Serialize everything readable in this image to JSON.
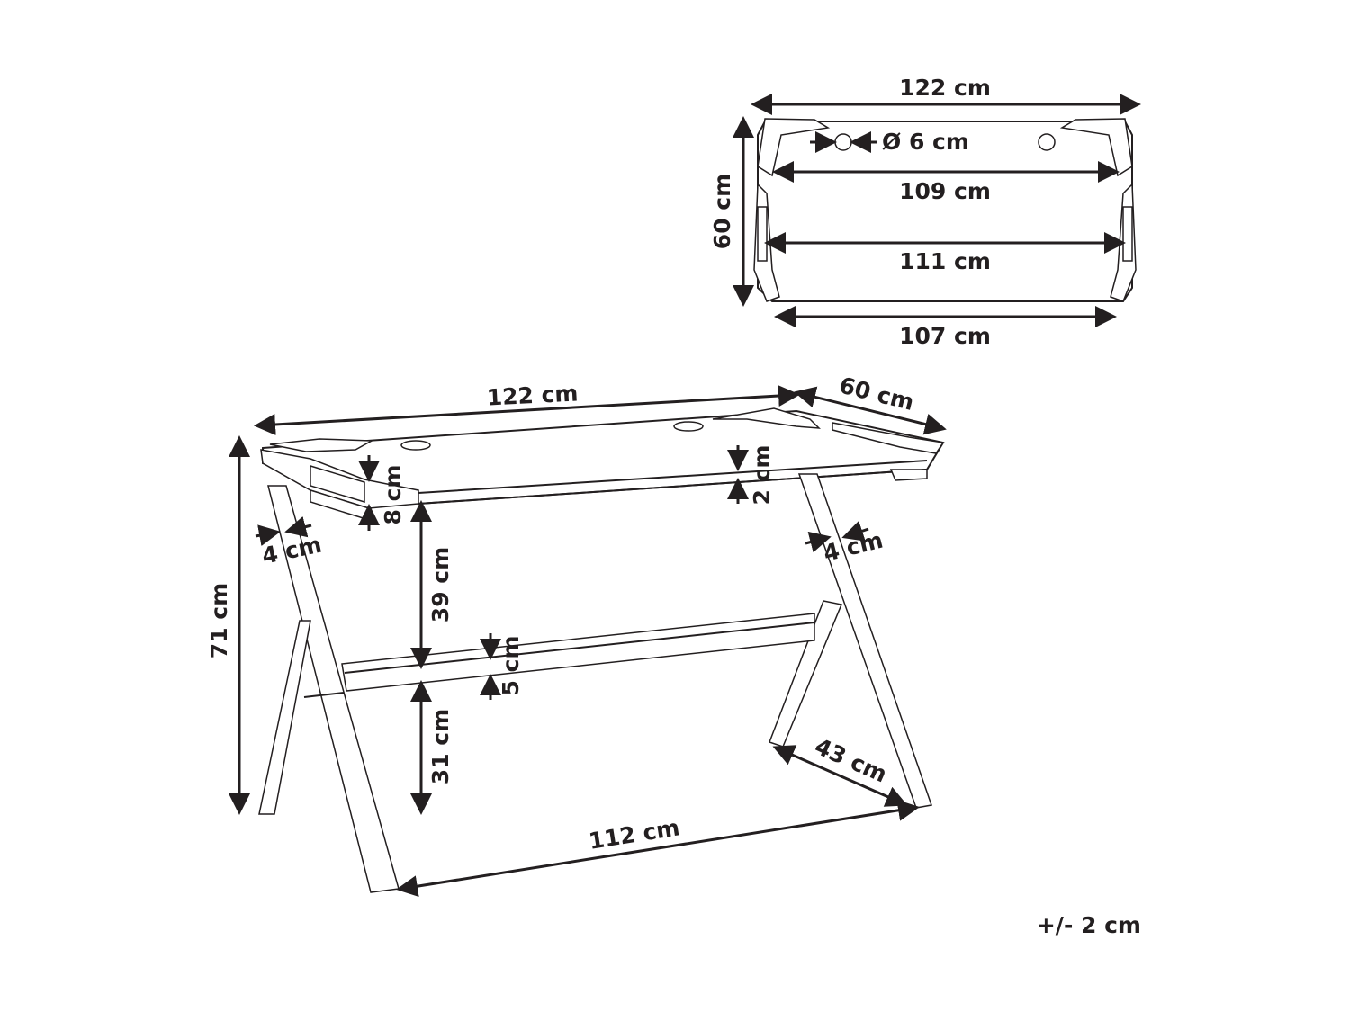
{
  "top_view": {
    "width_label": "122 cm",
    "depth_label": "60 cm",
    "hole_label": "Ø 6 cm",
    "inner_width_label": "109 cm",
    "frame_width_label": "111 cm",
    "front_width_label": "107 cm"
  },
  "perspective_view": {
    "width_label": "122 cm",
    "depth_label": "60 cm",
    "top_thickness_label": "2 cm",
    "apron_height_label": "8 cm",
    "leg_width_left_label": "4 cm",
    "leg_width_right_label": "4 cm",
    "total_height_label": "71 cm",
    "upper_clearance_label": "39 cm",
    "crossbar_height_label": "5 cm",
    "lower_clearance_label": "31 cm",
    "foot_length_label": "43 cm",
    "base_width_label": "112 cm"
  },
  "tolerance_label": "+/- 2 cm",
  "colors": {
    "ink": "#231f20",
    "background": "#ffffff"
  }
}
